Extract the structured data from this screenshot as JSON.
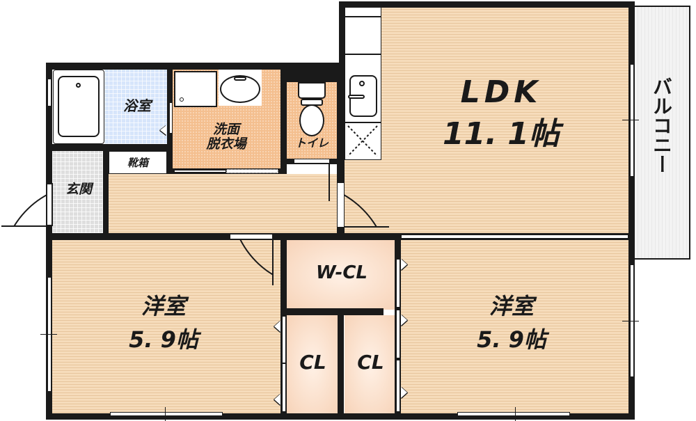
{
  "floorplan": {
    "rooms": {
      "ldk": {
        "name": "LDK",
        "area": "11. 1帖"
      },
      "western_room_left": {
        "name": "洋室",
        "area": "5. 9帖"
      },
      "western_room_right": {
        "name": "洋室",
        "area": "5. 9帖"
      },
      "bathroom": {
        "name": "浴室"
      },
      "washroom": {
        "line1": "洗面",
        "line2": "脱衣場"
      },
      "toilet": {
        "name": "トイレ"
      },
      "entrance": {
        "name": "玄関"
      },
      "shoe_cabinet": {
        "name": "靴箱"
      },
      "walk_in_closet": {
        "name": "W-CL"
      },
      "closet_left": {
        "name": "CL"
      },
      "closet_right": {
        "name": "CL"
      },
      "balcony": {
        "name": "バルコニー"
      }
    },
    "colors": {
      "wall": "#1a1a1a",
      "wood_floor": "#f6dcbb",
      "wood_floor_line": "#e7c59c",
      "bath_tile": "#d6e5fb",
      "entrance_tile": "#dedede",
      "cushion_floor": "#f4bf8f",
      "closet_floor": "#f7d3b8",
      "balcony": "#f3f3f3"
    }
  }
}
